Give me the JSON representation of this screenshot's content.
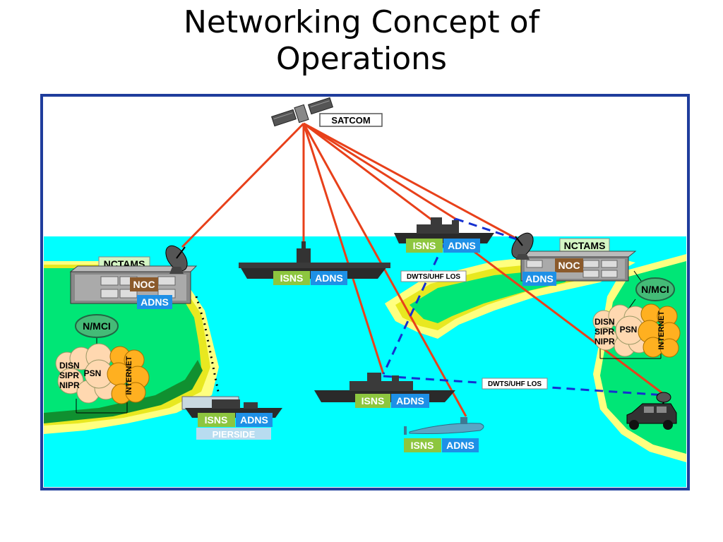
{
  "title": {
    "line1": "Networking Concept of",
    "line2": "Operations"
  },
  "labels": {
    "satcom": "SATCOM",
    "nctams": "NCTAMS",
    "noc": "NOC",
    "adns": "ADNS",
    "isns": "ISNS",
    "nmci": "N/MCI",
    "disn": "DISN",
    "sipr": "SIPR",
    "nipr": "NIPR",
    "psn": "PSN",
    "internet": "INTERNET",
    "pierside": "PIERSIDE",
    "dwts": "DWTS/UHF LOS"
  },
  "colors": {
    "frame": "#1f3d9c",
    "sky": "#ffffff",
    "sea": "#00ffff",
    "land": "#00e676",
    "land_dark": "#109030",
    "sand": "#ffff80",
    "sat_link": "#e8401a",
    "los_link": "#1530d0",
    "isns": "#8dc63f",
    "adns": "#1e90e6",
    "noc": "#8b5a2b",
    "nctams_box": "#d4f5c4",
    "nmci": "#44bb77",
    "cloud": "#ffd8b0",
    "internet_cloud": "#ffb020",
    "pierside": "#b8dcf0"
  }
}
